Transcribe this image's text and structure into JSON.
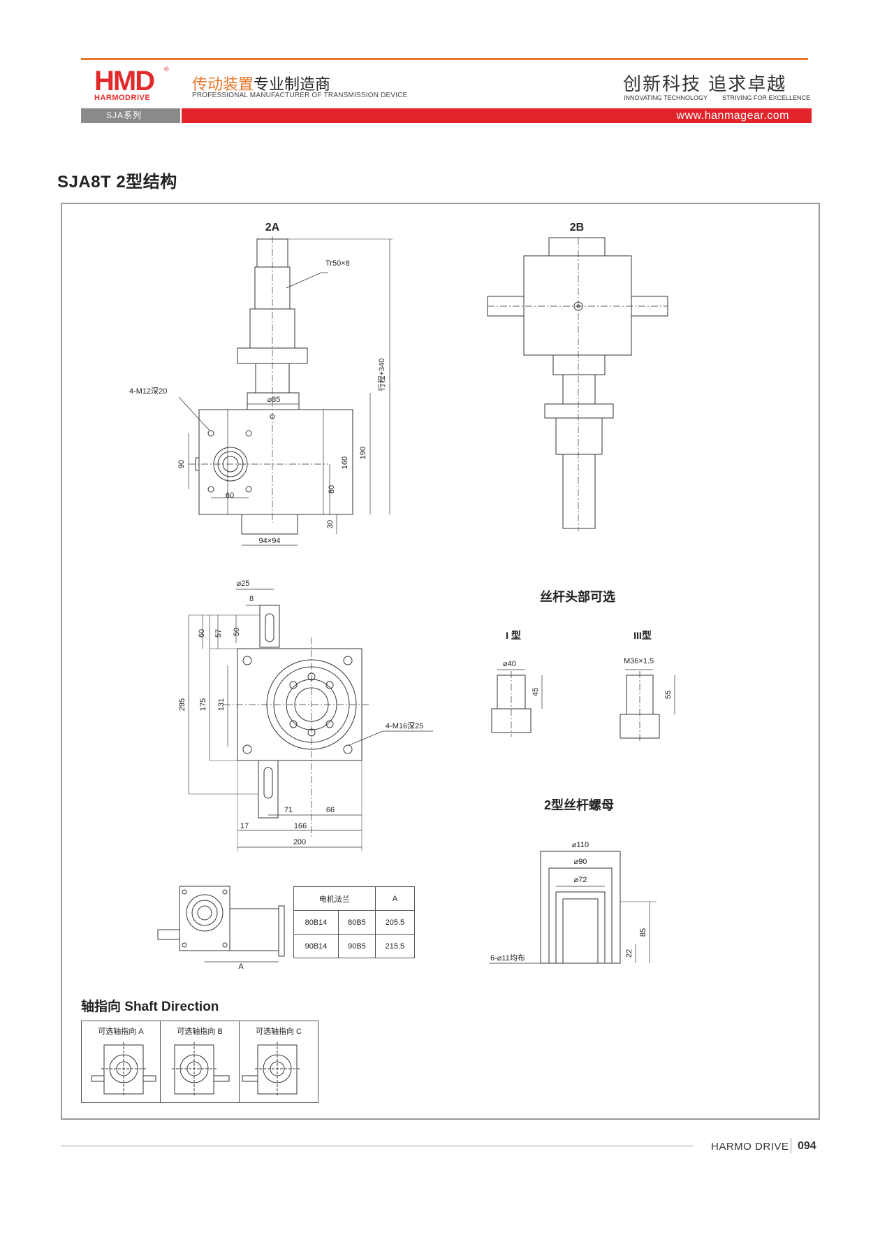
{
  "header": {
    "logo_mark": "HMD",
    "logo_brand": "HARMODRIVE",
    "tagline_cn_orange": "传动装置",
    "tagline_cn_dark": "专业制造商",
    "tagline_en": "PROFESSIONAL MANUFACTURER OF TRANSMISSION DEVICE",
    "slogan_cn": "创新科技  追求卓越",
    "slogan_en_1": "INNOVATING TECHNOLOGY",
    "slogan_en_2": "STRIVING FOR EXCELLENCE",
    "series": "SJA系列",
    "website": "www.hanmagear.com",
    "colors": {
      "accent": "#e8782a",
      "brand_red": "#e1232a",
      "gray_bar": "#8a8a8a"
    }
  },
  "page_title": "SJA8T 2型结构",
  "view_2a": {
    "title": "2A",
    "thread": "Tr50×8",
    "mount_holes": "4-M12深20",
    "d85": "⌀85",
    "d_90": "90",
    "d_60": "60",
    "d_80": "80",
    "d_160": "160",
    "d_190": "190",
    "stroke": "行程+340",
    "d_30": "30",
    "base": "94×94"
  },
  "view_2b": {
    "title": "2B"
  },
  "top_view": {
    "d25": "⌀25",
    "d8": "8",
    "d60": "60",
    "d57": "57",
    "d50": "50",
    "d295": "295",
    "d175": "175",
    "d131": "131",
    "holes": "4-M16深25",
    "d71": "71",
    "d66": "66",
    "d17": "17",
    "d166": "166",
    "d200": "200"
  },
  "screw_head": {
    "title": "丝杆头部可选",
    "type1": "I 型",
    "type1_d": "⌀40",
    "type1_len": "45",
    "type3": "III型",
    "type3_thread": "M36×1.5",
    "type3_len": "55"
  },
  "nut": {
    "title": "2型丝杆螺母",
    "d110": "⌀110",
    "d90": "⌀90",
    "d72": "⌀72",
    "h85": "85",
    "h22": "22",
    "holes": "6-⌀11均布"
  },
  "motor_flange": {
    "dim_a": "A",
    "headers": [
      "电机法兰",
      "A"
    ],
    "rows": [
      [
        "80B14",
        "80B5",
        "205.5"
      ],
      [
        "90B14",
        "90B5",
        "215.5"
      ]
    ]
  },
  "shaft_direction": {
    "title": "轴指向 Shaft Direction",
    "options": [
      "可选轴指向 A",
      "可选轴指向 B",
      "可选轴指向 C"
    ]
  },
  "footer": {
    "brand": "HARMO DRIVE",
    "page": "094"
  }
}
